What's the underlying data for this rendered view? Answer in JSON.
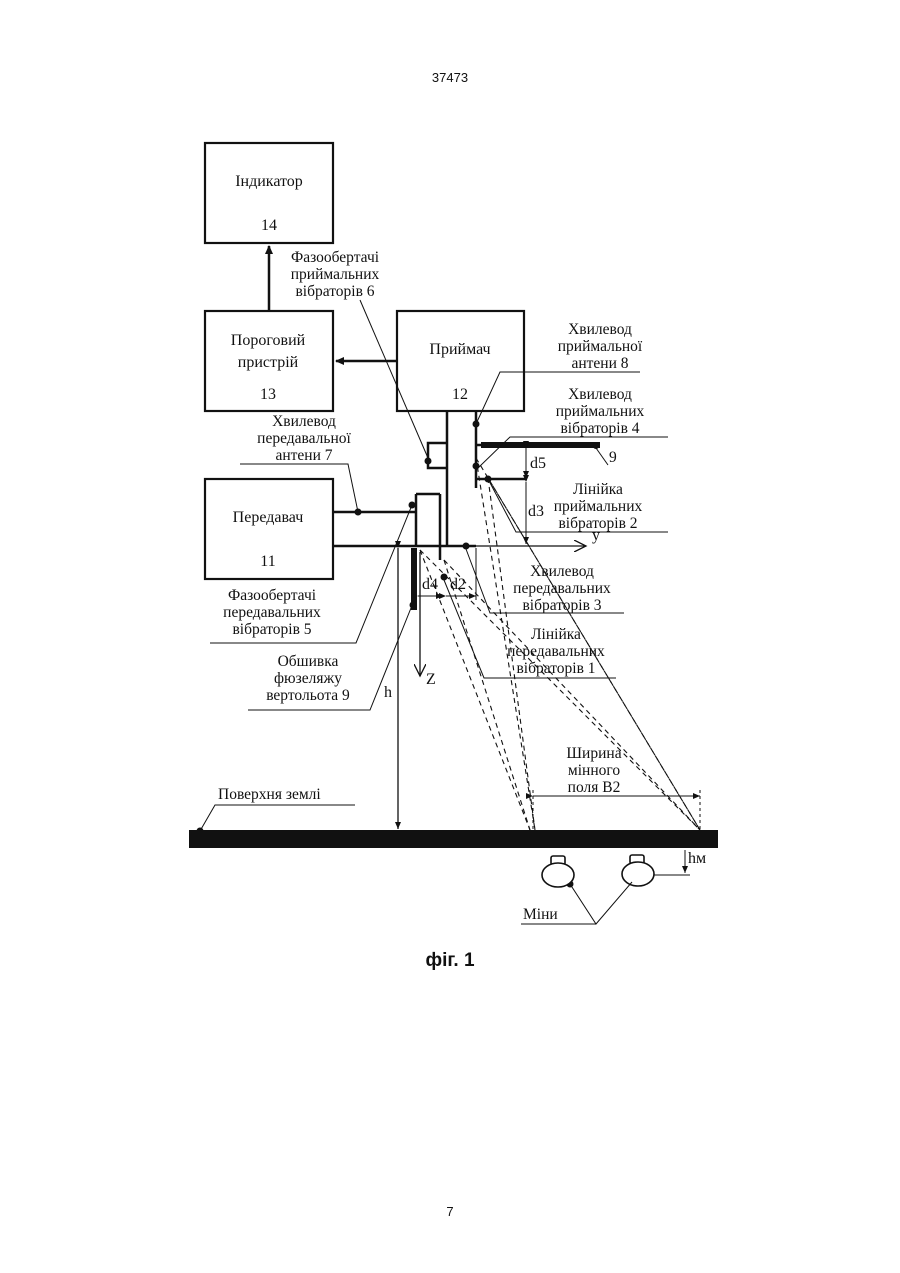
{
  "header": {
    "doc_number": "37473",
    "page_number": "7"
  },
  "figure": {
    "caption": "фіг. 1",
    "blocks": {
      "indicator": {
        "name": "Індикатор",
        "num": "14"
      },
      "threshold": {
        "name_line1": "Пороговий",
        "name_line2": "пристрій",
        "num": "13"
      },
      "receiver": {
        "name": "Приймач",
        "num": "12"
      },
      "transmitter": {
        "name": "Передавач",
        "num": "11"
      }
    },
    "labels": {
      "rx_phase_shifters": [
        "Фазообертачі",
        "приймальних",
        "вібраторів 6"
      ],
      "rx_antenna_waveguide": [
        "Хвилевод",
        "приймальної",
        "антени 8"
      ],
      "rx_vibrators_waveguide": [
        "Хвилевод",
        "приймальних",
        "вібраторів 4"
      ],
      "rx_vibrators_line": [
        "Лінійка",
        "приймальних",
        "вібраторів 2"
      ],
      "tx_antenna_waveguide": [
        "Хвилевод",
        "передавальної",
        "антени 7"
      ],
      "tx_phase_shifters": [
        "Фазообертачі",
        "передавальних",
        "вібраторів 5"
      ],
      "fuselage_skin": [
        "Обшивка",
        "фюзеляжу",
        "вертольота 9"
      ],
      "tx_vibrators_waveguide": [
        "Хвилевод",
        "передавальних",
        "вібраторів 3"
      ],
      "tx_vibrators_line": [
        "Лінійка",
        "передавальних",
        "вібраторів 1"
      ],
      "minefield_width": [
        "Ширина",
        "мінного",
        "поля В2"
      ],
      "ground_surface": "Поверхня землі",
      "mines": "Міни"
    },
    "dimensions": {
      "d5": "d5",
      "d3": "d3",
      "d4": "d4",
      "d2": "d2",
      "h": "h",
      "hm": "hм",
      "axis_y": "y",
      "axis_z": "Z",
      "ref_9": "9"
    }
  }
}
